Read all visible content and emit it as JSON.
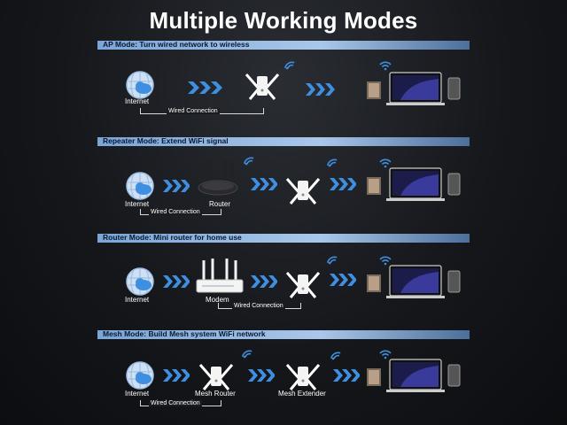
{
  "title": "Multiple Working Modes",
  "modes": [
    {
      "heading": "AP Mode: Turn wired network to wireless",
      "labels": {
        "internet": "Internet"
      },
      "wired": "Wired Connection"
    },
    {
      "heading": "Repeater Mode: Extend WiFi signal",
      "labels": {
        "internet": "Internet",
        "router": "Router"
      },
      "wired": "Wired Connection"
    },
    {
      "heading": "Router Mode: Mini router for home use",
      "labels": {
        "internet": "Internet",
        "modem": "Modem"
      },
      "wired": "Wired Connection"
    },
    {
      "heading": "Mesh Mode: Build Mesh system WiFi network",
      "labels": {
        "internet": "Internet",
        "mesh_router": "Mesh Router",
        "mesh_extender": "Mesh Extender"
      },
      "wired": "Wired Connection"
    }
  ],
  "icons": [
    "globe-icon",
    "arrow-icon",
    "wifi-icon",
    "repeater-icon",
    "router-icon",
    "modem-icon",
    "devices-icon"
  ],
  "colors": {
    "accent": "#7aa6d6",
    "arrow": "#3f8fe0",
    "background": "#15171b"
  }
}
